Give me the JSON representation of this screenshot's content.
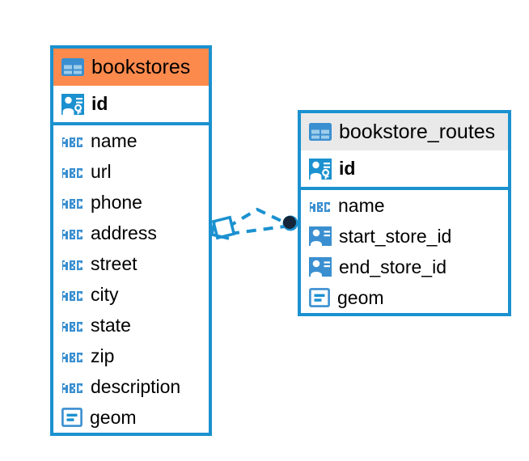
{
  "diagram": {
    "type": "entity-relationship-diagram",
    "background": "#ffffff",
    "accent_blue": "#1b91d0",
    "accent_orange": "#fd8a4d",
    "header_gray": "#e9e9e9",
    "endpoint_dark": "#16263a"
  },
  "entities": [
    {
      "id": "bookstores",
      "name": "bookstores",
      "header_style": "accent-orange",
      "table_icon": "table-icon",
      "fields": [
        {
          "name": "id",
          "icon": "primary-key-icon",
          "bold": true,
          "kind": "pk"
        },
        {
          "name": "name",
          "icon": "abc-text-icon",
          "bold": false,
          "kind": "text"
        },
        {
          "name": "url",
          "icon": "abc-text-icon",
          "bold": false,
          "kind": "text"
        },
        {
          "name": "phone",
          "icon": "abc-text-icon",
          "bold": false,
          "kind": "text"
        },
        {
          "name": "address",
          "icon": "abc-text-icon",
          "bold": false,
          "kind": "text"
        },
        {
          "name": "street",
          "icon": "abc-text-icon",
          "bold": false,
          "kind": "text"
        },
        {
          "name": "city",
          "icon": "abc-text-icon",
          "bold": false,
          "kind": "text"
        },
        {
          "name": "state",
          "icon": "abc-text-icon",
          "bold": false,
          "kind": "text"
        },
        {
          "name": "zip",
          "icon": "abc-text-icon",
          "bold": false,
          "kind": "text"
        },
        {
          "name": "description",
          "icon": "abc-text-icon",
          "bold": false,
          "kind": "text"
        },
        {
          "name": "geom",
          "icon": "geometry-icon",
          "bold": false,
          "kind": "geometry"
        }
      ]
    },
    {
      "id": "bookstore_routes",
      "name": "bookstore_routes",
      "header_style": "accent-gray",
      "table_icon": "table-icon",
      "fields": [
        {
          "name": "id",
          "icon": "primary-key-icon",
          "bold": true,
          "kind": "pk"
        },
        {
          "name": "name",
          "icon": "abc-text-icon",
          "bold": false,
          "kind": "text"
        },
        {
          "name": "start_store_id",
          "icon": "foreign-key-icon",
          "bold": false,
          "kind": "fk"
        },
        {
          "name": "end_store_id",
          "icon": "foreign-key-icon",
          "bold": false,
          "kind": "fk"
        },
        {
          "name": "geom",
          "icon": "geometry-icon",
          "bold": false,
          "kind": "geometry"
        }
      ]
    }
  ],
  "relationships": [
    {
      "from": "bookstore_routes.start_store_id",
      "to": "bookstores.id",
      "style": "dashed",
      "color": "#1b91d0",
      "source_marker": "filled-circle",
      "target_marker": "diamond"
    },
    {
      "from": "bookstore_routes.end_store_id",
      "to": "bookstores.id",
      "style": "dashed",
      "color": "#1b91d0",
      "source_marker": "filled-circle",
      "target_marker": "diamond"
    }
  ]
}
